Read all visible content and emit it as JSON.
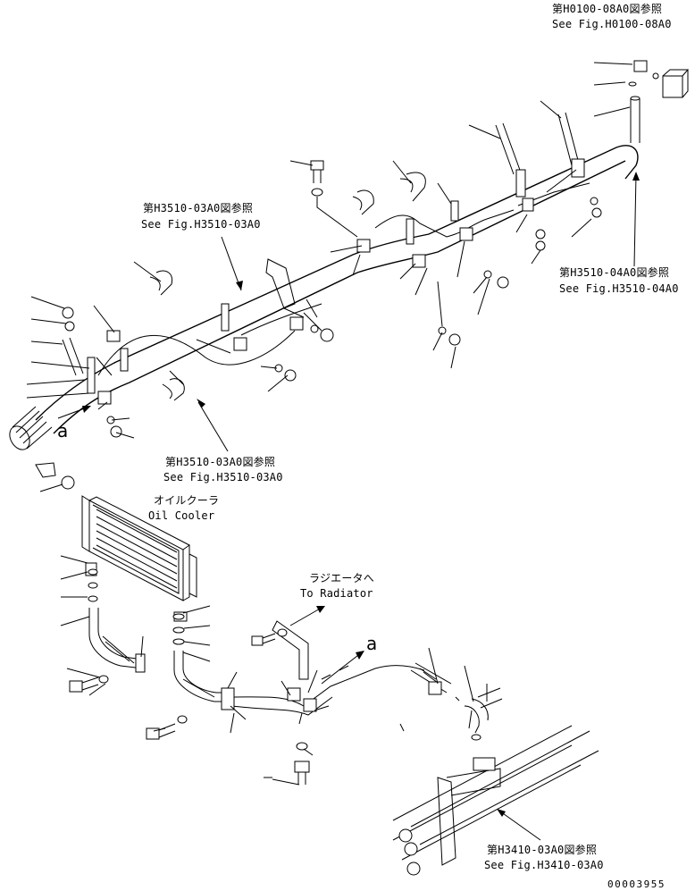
{
  "references": {
    "h0100": {
      "jp": "第H0100-08A0図参照",
      "en": "See Fig.H0100-08A0"
    },
    "h3510_top": {
      "jp": "第H3510-03A0図参照",
      "en": "See Fig.H3510-03A0"
    },
    "h3510_04": {
      "jp": "第H3510-04A0図参照",
      "en": "See Fig.H3510-04A0"
    },
    "h3510_mid": {
      "jp": "第H3510-03A0図参照",
      "en": "See Fig.H3510-03A0"
    },
    "h3410": {
      "jp": "第H3410-03A0図参照",
      "en": "See Fig.H3410-03A0"
    }
  },
  "components": {
    "oil_cooler": {
      "jp": "オイルクーラ",
      "en": "Oil Cooler"
    },
    "radiator": {
      "jp": "ラジエータへ",
      "en": "To Radiator"
    }
  },
  "connection_marks": {
    "a1": "a",
    "a2": "a"
  },
  "drawing_number": "00003955"
}
